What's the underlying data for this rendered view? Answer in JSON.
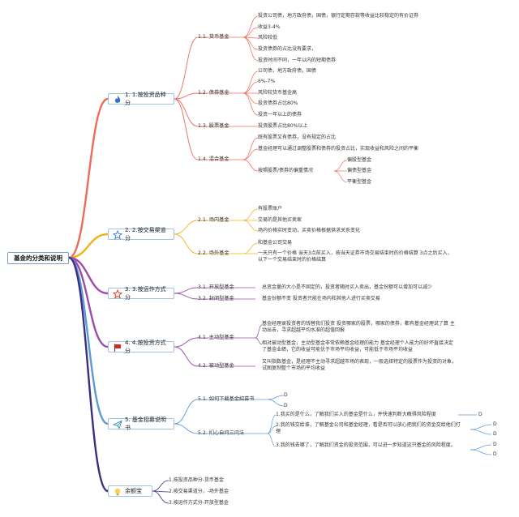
{
  "root": "基金的分类和说明",
  "colors": {
    "red": "#ef6a5a",
    "yellow": "#f2b21a",
    "purple": "#9c4dab",
    "blue": "#5b9bd5",
    "navy": "#3b2f7f",
    "green": "#8fbf3a"
  },
  "branches": [
    {
      "label": "1. 1.按投资品种分",
      "icon": "fire-icon"
    },
    {
      "label": "2. 2.按交易渠道分",
      "icon": "star-outline-icon"
    },
    {
      "label": "3. 3.按运作方式分",
      "icon": "star-red-icon"
    },
    {
      "label": "4. 4.按投资方式分",
      "icon": "flag-icon"
    },
    {
      "label": "5. 基金招募说明书",
      "icon": "send-icon"
    },
    {
      "label": "余额宝",
      "icon": "bulb-icon"
    }
  ],
  "b1": {
    "s1": "1.1. 货币基金",
    "s1_items": [
      "投资公司债，地方政府债，国债，银行定期存款等收益比较稳定的有价证券",
      "收益3-4%",
      "风险较低",
      "投资债券的占比没有要求，",
      "投资时间不同，一年以内的短期债券"
    ],
    "s2": "1.2. 债券基金",
    "s2_items": [
      "公司债，地方政府债，国债",
      "6%-7%",
      "风险较货币基金高",
      "投资债券占比80%",
      "投资一年以上的债券"
    ],
    "s3": "1.3. 股票基金",
    "s3_items": [
      "投资股票占比80%以上"
    ],
    "s4": "1.4. 混合基金",
    "s4_items": [
      "既有股票又有债券，没有规定的占比",
      "基金经理可以通过调整股票和债券的投资占比，实现收益和风险之间的平衡",
      "按照股票/债券的偏重情况"
    ],
    "s4_sub": [
      "偏股型基金",
      "偏债型基金",
      "平衡型基金"
    ]
  },
  "b2": {
    "s1": "2.1. 场内基金",
    "s1_items": [
      "有股票账户",
      "交易的是其他买卖家",
      "场内价格实时变动，买卖价格根据供求关系变化"
    ],
    "s2": "2.2. 场外基金",
    "s2_items": [
      "和基金公司交易",
      "一天只有一个价格 当天3点前买入，按当天证券市场交易结束时的价格结算 3点之后买入，以下一个交易结束时的价格结算"
    ]
  },
  "b3": {
    "s1": "3.1. 开放型基金",
    "s1_items": [
      "总资金量的大小是不固定的，投资者随时买入卖出，基金份额可以增加可以减少"
    ],
    "s2": "3.2. 封闭型基金",
    "s2_items": [
      "基金份额不变 投资者只能在场内和其他人进行买卖交易"
    ]
  },
  "b4": {
    "s1": "4.1. 主动型基金",
    "s1_items": [
      "基金经理录投资者的钱替我们投资 投资哪家的股票，哪家的债券，都有基金经理说了算 主动出击，寻求超越平均水准的超值回报",
      "相对被动型基金，主动型基金非常依赖基金经理的能力 基金经理个人能力的好坏直接决定了基金业绩，它的收益可能优于市场平均收益，可能低于市场平均收益"
    ],
    "s2": "4.2. 被动型基金",
    "s2_items": [
      "又叫指数基金，是经理不主动寻求超越市场的表现，一般选择特定的股票作为投资的对象，试图复制整个市场的平均收益"
    ]
  },
  "b5": {
    "s1": "5.1. 如何下载基金招募书",
    "s1_items": [
      "D",
      "D"
    ],
    "s2": "5.2. 扪心自问三问法",
    "s2_items": [
      "1.我买的是什么，了解我们买入的基金是什么，并快速判断大概得风险程度",
      "2.我的钱交给谁，了解基金公司和基金经理，看是否可以放心把我们的资金交给他们打理",
      "3.我的钱去哪了，了解我们资金的投资范围，可以进一步知道这只基金的风险程度。"
    ],
    "q1_tail": [
      "D"
    ],
    "q2_tail": [
      "D",
      "D"
    ],
    "q3_tail": [
      "D",
      "D"
    ]
  },
  "b6": {
    "items": [
      "1.按投资品种分-货币基金",
      "2.按交易渠道分，-场外基金",
      "3.按运作方式分-开放型基金"
    ]
  }
}
